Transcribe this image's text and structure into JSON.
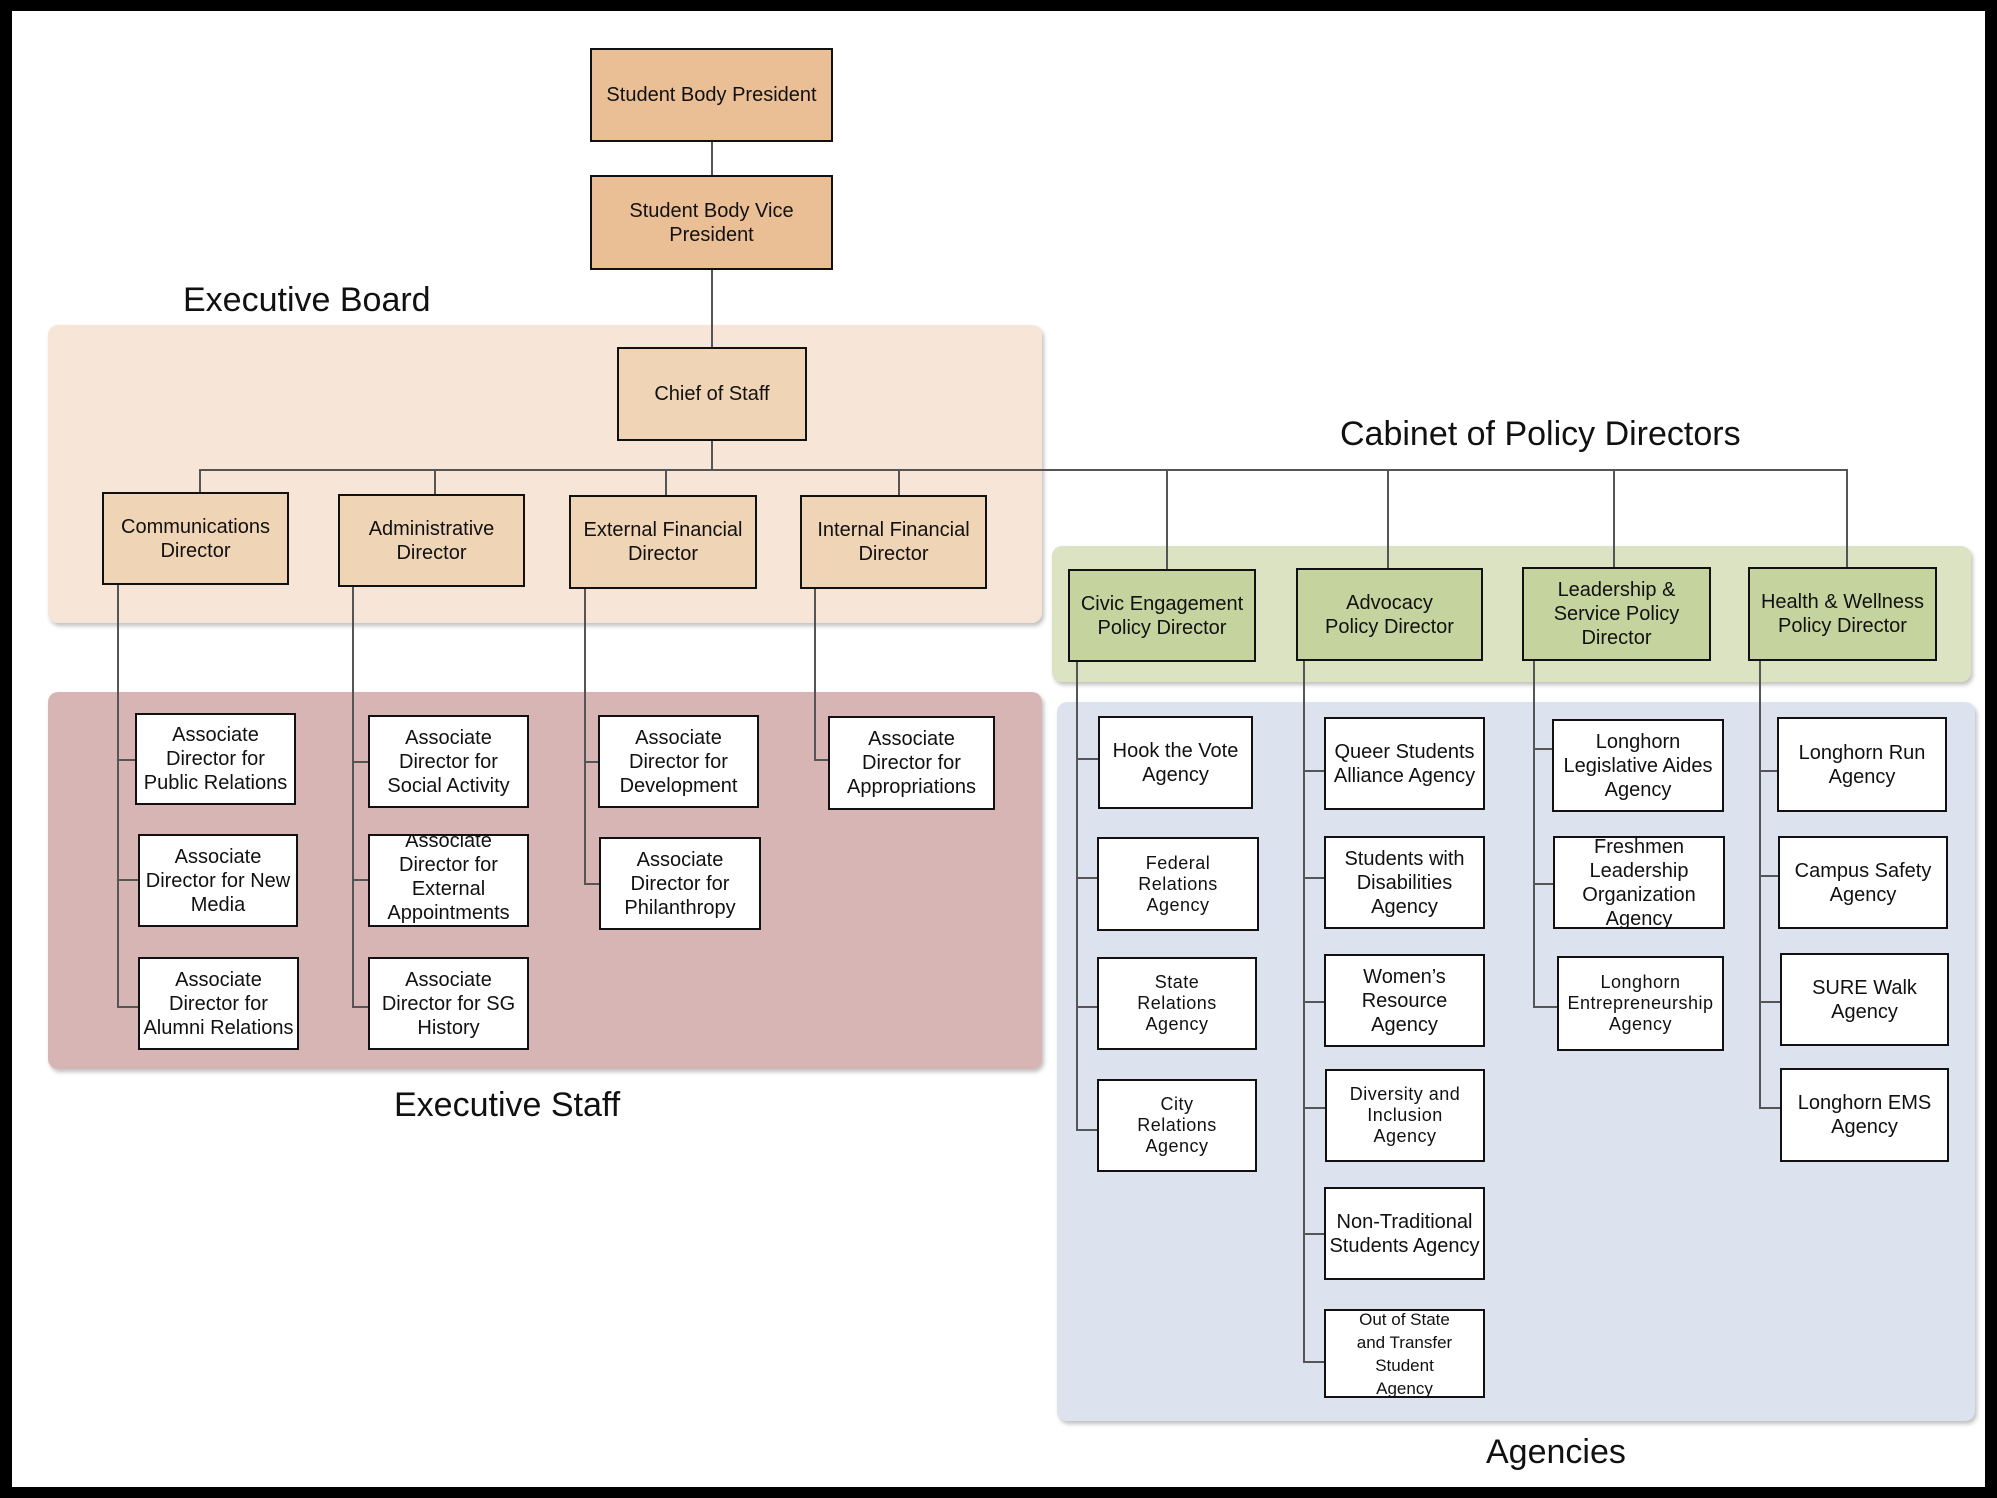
{
  "headings": {
    "executive_board": "Executive Board",
    "executive_staff": "Executive Staff",
    "cabinet": "Cabinet of Policy Directors",
    "agencies": "Agencies"
  },
  "colors": {
    "leadership_box": "#ebbf96",
    "board_box": "#f0d4b6",
    "board_panel": "#f7e6d8",
    "staff_panel": "#d8b5b5",
    "cabinet_box": "#c5d49f",
    "cabinet_panel": "#dbe3c2",
    "agencies_panel": "#dde3ee"
  },
  "leadership": {
    "president": "Student Body President",
    "vice_president": "Student Body Vice President",
    "chief_of_staff": "Chief of Staff"
  },
  "board": [
    {
      "title": "Communications Director",
      "staff": [
        "Associate Director for Public Relations",
        "Associate Director for New Media",
        "Associate Director for Alumni Relations"
      ]
    },
    {
      "title": "Administrative Director",
      "staff": [
        "Associate Director for Social Activity",
        "Associate Director for External Appointments",
        "Associate Director for SG History"
      ]
    },
    {
      "title": "External Financial Director",
      "staff": [
        "Associate Director for Development",
        "Associate Director for Philanthropy"
      ]
    },
    {
      "title": "Internal Financial Director",
      "staff": [
        "Associate Director  for Appropriations"
      ]
    }
  ],
  "cabinet": [
    {
      "title": "Civic Engagement Policy Director",
      "agencies": [
        "Hook the Vote Agency",
        "Federal Relations Agency",
        "State Relations Agency",
        "City Relations Agency"
      ]
    },
    {
      "title": "Advocacy Policy Director",
      "agencies": [
        "Queer Students Alliance Agency",
        "Students with Disabilities Agency",
        "Women’s Resource Agency",
        "Diversity and Inclusion Agency",
        "Non-Traditional Students Agency",
        "Out of State and Transfer Student Agency"
      ]
    },
    {
      "title": "Leadership & Service Policy Director",
      "agencies": [
        "Longhorn Legislative Aides Agency",
        "Freshmen Leadership Organization Agency",
        "Longhorn Entrepreneurship Agency"
      ]
    },
    {
      "title": "Health & Wellness Policy Director",
      "agencies": [
        "Longhorn Run Agency",
        "Campus  Safety Agency",
        "SURE Walk Agency",
        "Longhorn EMS Agency"
      ]
    }
  ]
}
